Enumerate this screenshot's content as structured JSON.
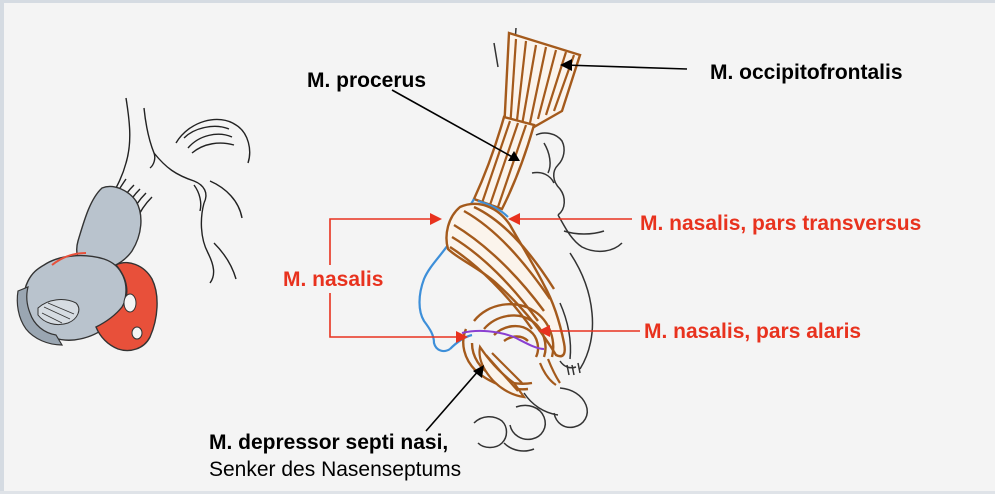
{
  "labels": {
    "procerus": "M. procerus",
    "occipitofrontalis": "M. occipitofrontalis",
    "nasalis": "M. nasalis",
    "nasalis_transversus": "M. nasalis, pars transversus",
    "nasalis_alaris": "M. nasalis, pars alaris",
    "depressor": "M. depressor septi nasi,",
    "depressor_german": "Senker des Nasenseptums"
  },
  "colors": {
    "label_red": "#e8321e",
    "muscle_brown": "#a45a1c",
    "cartilage_blue": "#3d8fd9",
    "septum_purple": "#8a3fd1",
    "highlight_red": "#e8503a",
    "cartilage_gray": "#b9c3cd"
  }
}
